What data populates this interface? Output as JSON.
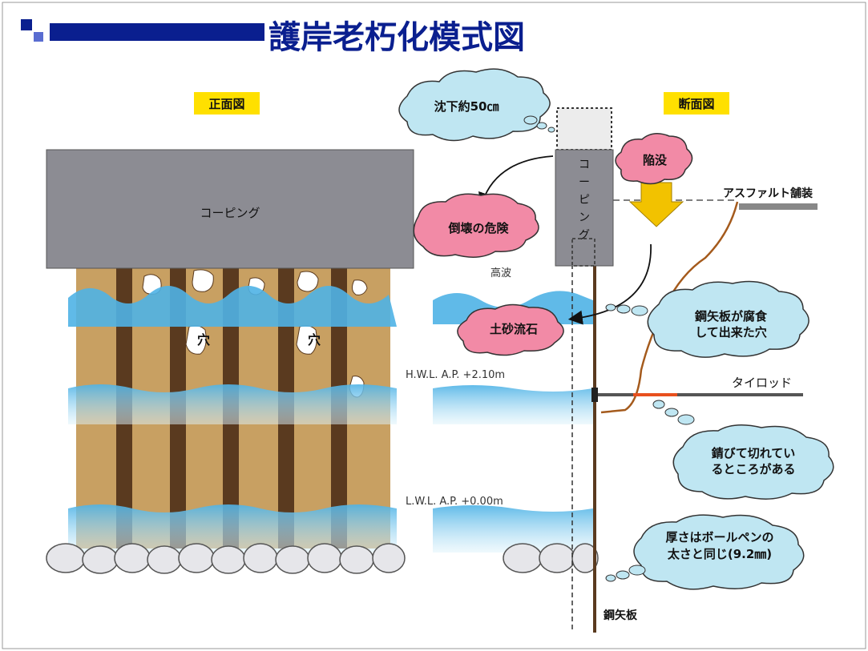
{
  "title": "護岸老朽化模式図",
  "front_view_label": "正面図",
  "section_view_label": "断面図",
  "coping_label": "コーピング",
  "coping_vertical": [
    "コ",
    "ー",
    "ピ",
    "ン",
    "グ"
  ],
  "hole_label": "穴",
  "hwl_label": "H.W.L.  A.P. +2.10m",
  "lwl_label": "L.W.L.  A.P. +0.00m",
  "high_wave_label": "高波",
  "settlement_label": "沈下約50㎝",
  "collapse_label": "陥没",
  "collapse_risk_label": "倒壊の危険",
  "sediment_label": "土砂流石",
  "asphalt_label": "アスファルト舗装",
  "tierod_label": "タイロッド",
  "corrosion_hole_lines": [
    "鋼矢板が腐食",
    "して出来た穴"
  ],
  "rust_lines": [
    "錆びて切れてい",
    "るところがある"
  ],
  "thickness_lines": [
    "厚さはボールペンの",
    "太さと同じ(9.2㎜)"
  ],
  "sheet_pile_label": "鋼矢板",
  "colors": {
    "title": "#0a1f8f",
    "coping": "#8c8c93",
    "wall": "#c8a062",
    "pile": "#5a3a1f",
    "water": "#4fb3e6",
    "label_bg": "#ffe000",
    "cloud": "#bfe6f2",
    "pink_cloud": "#f28aa6",
    "arrow": "#f2c200",
    "tierod_rust": "#e8501e"
  }
}
